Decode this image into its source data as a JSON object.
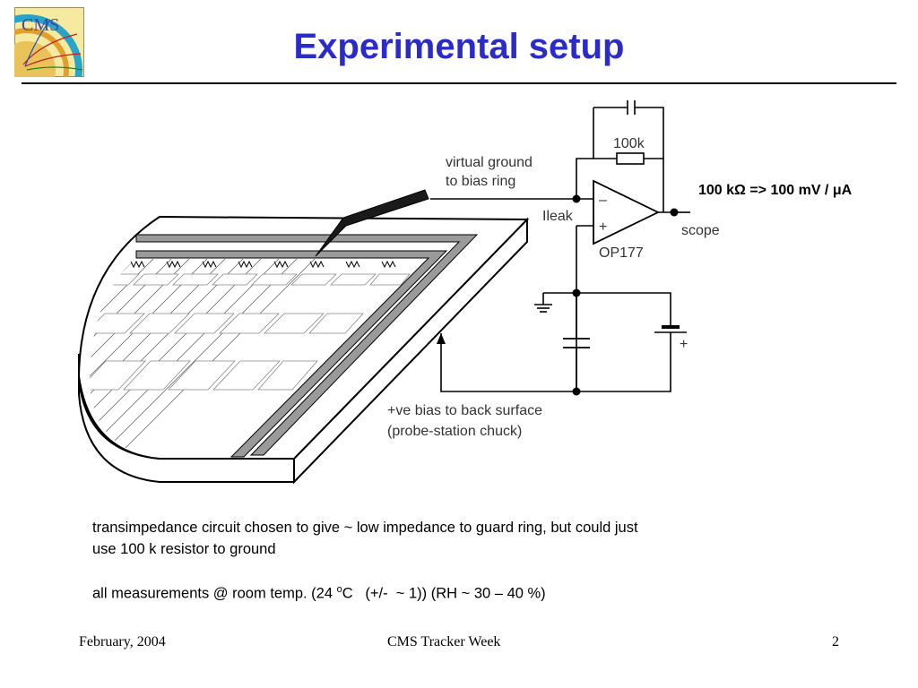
{
  "logo": {
    "text": "CMS"
  },
  "slide": {
    "title": "Experimental setup"
  },
  "diagram": {
    "labels": {
      "virtual_ground_1": "virtual ground",
      "virtual_ground_2": "to bias ring",
      "resistor": "100k",
      "ileak": "Ileak",
      "opamp": "OP177",
      "scope": "scope",
      "minus": "–",
      "plus": "+",
      "battery_plus": "+",
      "bias_1": "+ve bias to back surface",
      "bias_2": "(probe-station chuck)"
    },
    "gain_note": "100 kΩ => 100 mV / μA"
  },
  "notes": {
    "line1": "transimpedance circuit chosen to give ~ low impedance to guard ring, but could just",
    "line2": "use 100 k resistor to ground",
    "line3_pre": "all measurements @ room temp. (24 ",
    "line3_sup": "o",
    "line3_post": "C   (+/-  ~ 1)) (RH ~ 30 – 40 %)"
  },
  "footer": {
    "date": "February, 2004",
    "event": "CMS Tracker Week",
    "page": "2"
  }
}
